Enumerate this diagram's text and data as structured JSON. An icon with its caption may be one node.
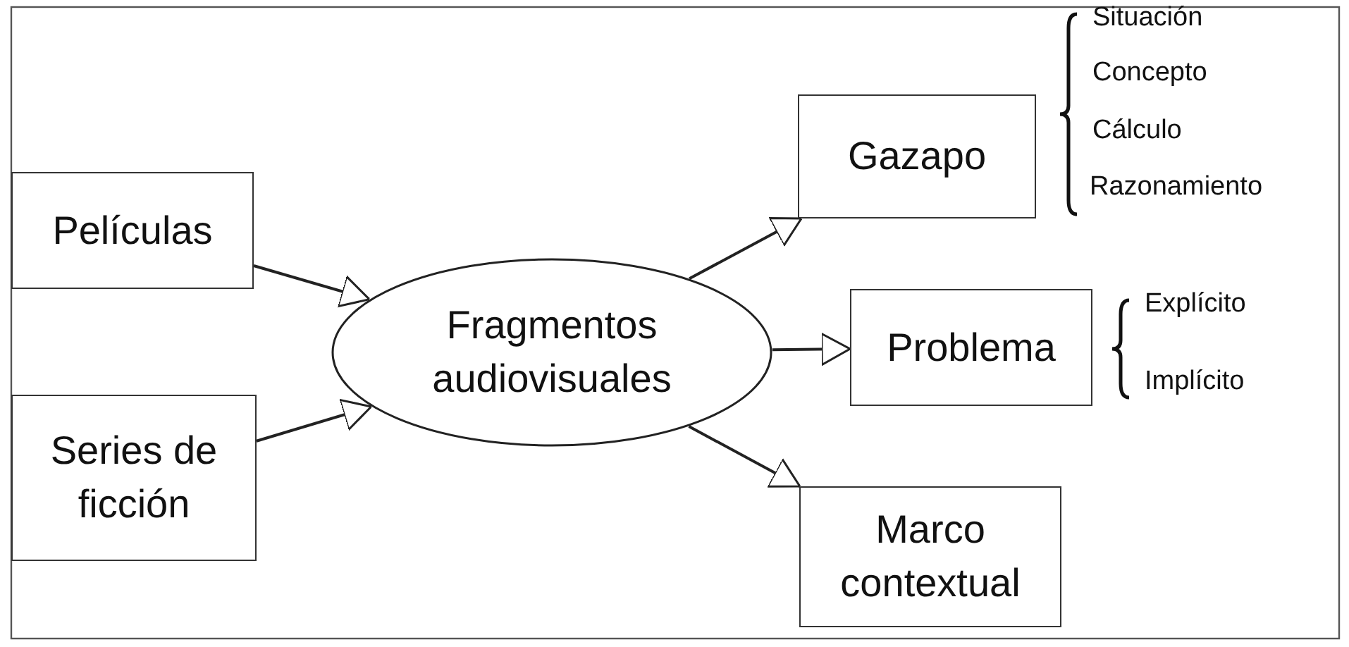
{
  "diagram": {
    "nodes": [
      {
        "text": [
          "Películas"
        ]
      },
      {
        "text": [
          "Series de ficción"
        ]
      },
      {
        "text": [
          "Fragmentos audiovisuales"
        ]
      },
      {
        "text": [
          "Gazapo"
        ]
      },
      {
        "text": [
          "Problema"
        ]
      },
      {
        "text": [
          "Marco contextual"
        ]
      }
    ],
    "edges": [
      {
        "from": 0,
        "to": 2,
        "arrow": "to"
      },
      {
        "from": 1,
        "to": 2,
        "arrow": "to"
      },
      {
        "from": 2,
        "to": 3,
        "arrow": "to"
      },
      {
        "from": 2,
        "to": 4,
        "arrow": "to"
      },
      {
        "from": 2,
        "to": 5,
        "arrow": "to"
      }
    ],
    "labels": [
      "Situación",
      "Concepto",
      "Cálculo",
      "Razonamiento",
      "Explícito",
      "Implícito"
    ]
  }
}
